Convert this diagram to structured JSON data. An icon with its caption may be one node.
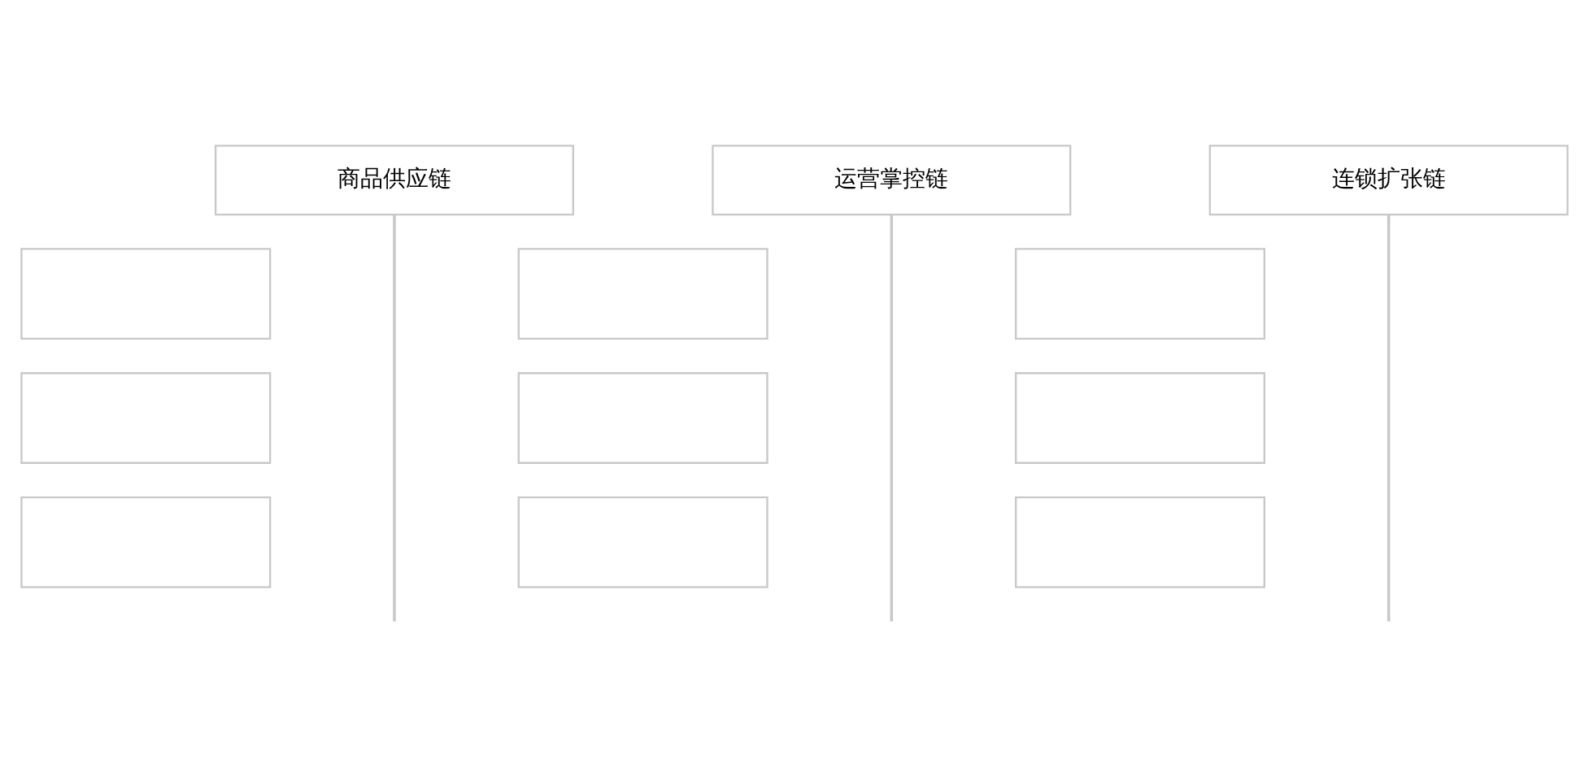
{
  "diagram": {
    "nodes": [
      {
        "text": [
          "商品供应链"
        ]
      },
      {
        "text": [],
        "shape": "box"
      },
      {
        "text": [],
        "shape": "box"
      },
      {
        "text": [],
        "shape": "box"
      },
      {
        "text": [
          "运营掌控链"
        ]
      },
      {
        "text": [],
        "shape": "box"
      },
      {
        "text": [],
        "shape": "box"
      },
      {
        "text": [],
        "shape": "box"
      },
      {
        "text": [
          "连锁扩张链"
        ]
      },
      {
        "text": [],
        "shape": "box"
      },
      {
        "text": [],
        "shape": "box"
      },
      {
        "text": [],
        "shape": "box"
      }
    ],
    "edges": [
      {
        "from": 0,
        "to": null,
        "arrow": "none"
      },
      {
        "from": 4,
        "to": null,
        "arrow": "none"
      },
      {
        "from": 8,
        "to": null,
        "arrow": "none"
      }
    ]
  }
}
